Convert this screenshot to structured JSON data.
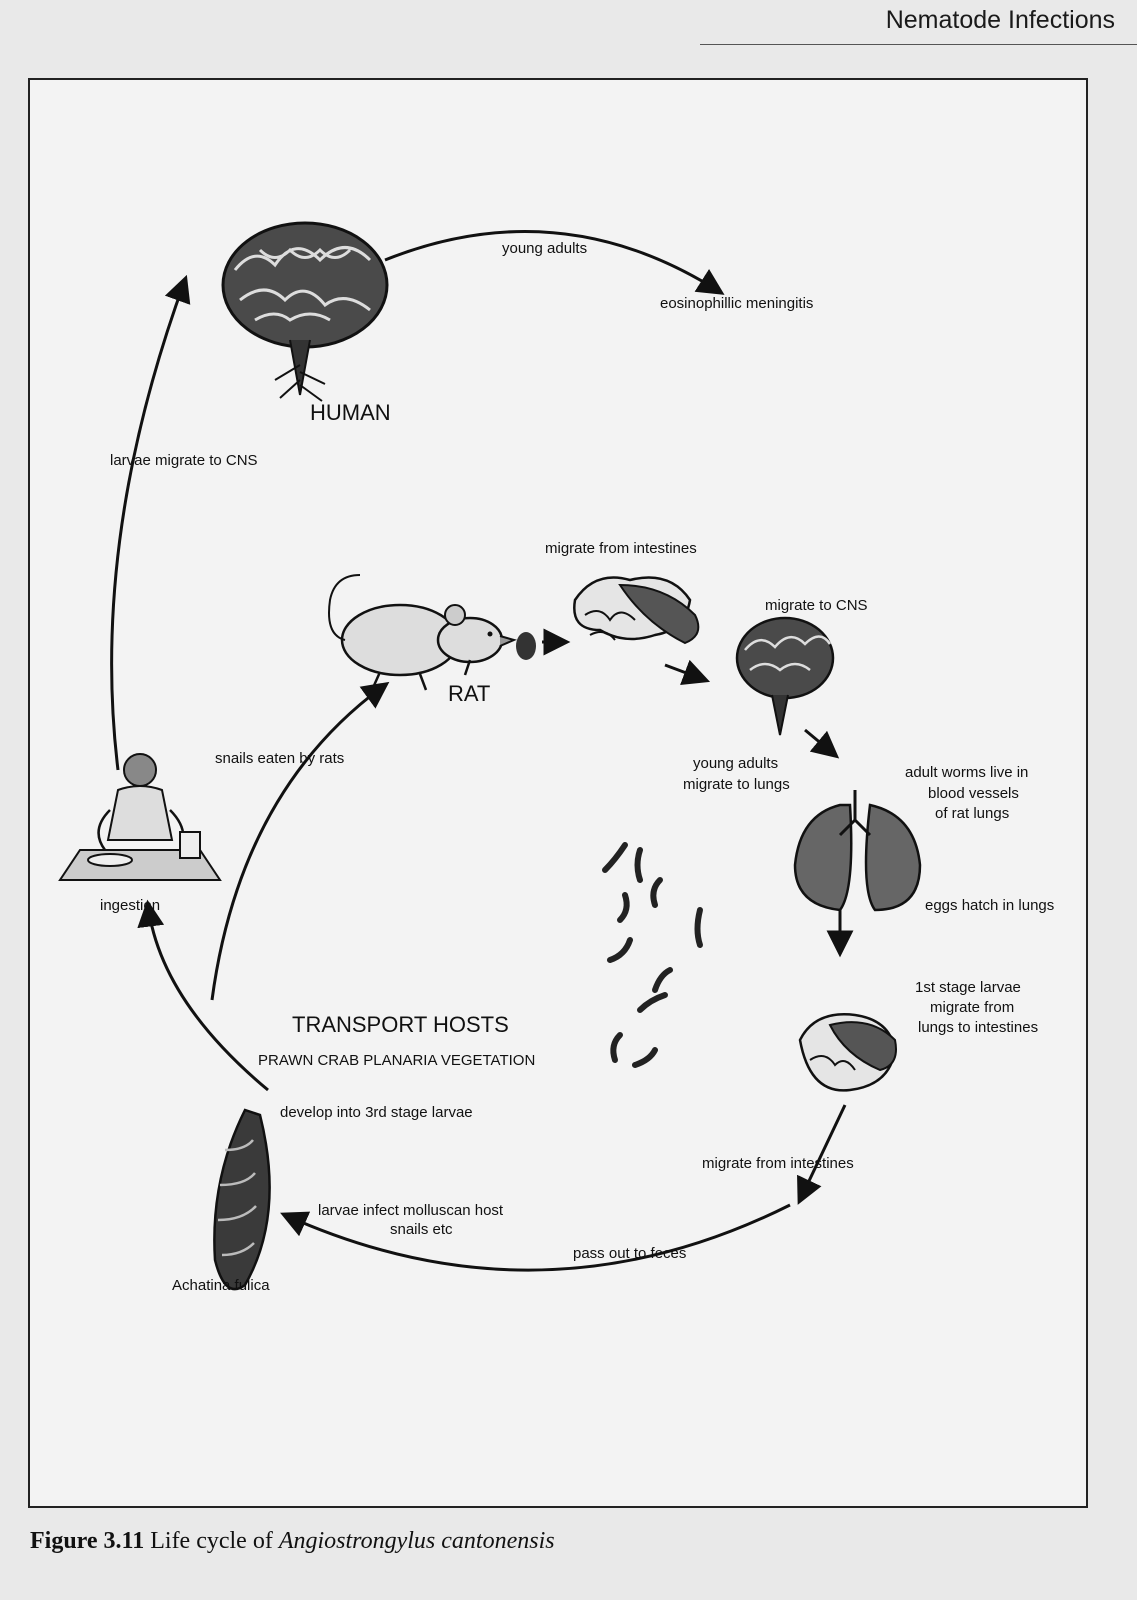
{
  "header": {
    "chapter_title": "Nematode Infections"
  },
  "hosts": {
    "human": "HUMAN",
    "rat": "RAT",
    "transport": "TRANSPORT HOSTS",
    "transport_list": "PRAWN CRAB PLANARIA VEGETATION",
    "snail_name": "Achatina fulica"
  },
  "steps": {
    "young_adults_top": "young adults",
    "eosinophilic": "eosinophillic meningitis",
    "larvae_cns": "larvae migrate to CNS",
    "migrate_intestines_top": "migrate from intestines",
    "migrate_cns": "migrate  to CNS",
    "young_adults_lungs_1": "young adults",
    "young_adults_lungs_2": "migrate to lungs",
    "adult_worms_1": "adult worms live in",
    "adult_worms_2": "blood vessels",
    "adult_worms_3": "of rat lungs",
    "snails_eaten": "snails eaten by rats",
    "ingestion": "ingestion",
    "eggs_hatch": "eggs hatch in lungs",
    "first_stage_1": "1st stage larvae",
    "first_stage_2": "migrate from",
    "first_stage_3": "lungs to intestines",
    "develop_3rd": "develop into 3rd stage larvae",
    "migrate_intestines_bottom": "migrate from intestines",
    "larvae_infect_1": "larvae infect molluscan host",
    "larvae_infect_2": "snails etc",
    "pass_out": "pass out to feces"
  },
  "caption": {
    "number": "Figure 3.11",
    "text": "Life cycle of",
    "species": "Angiostrongylus cantonensis"
  }
}
